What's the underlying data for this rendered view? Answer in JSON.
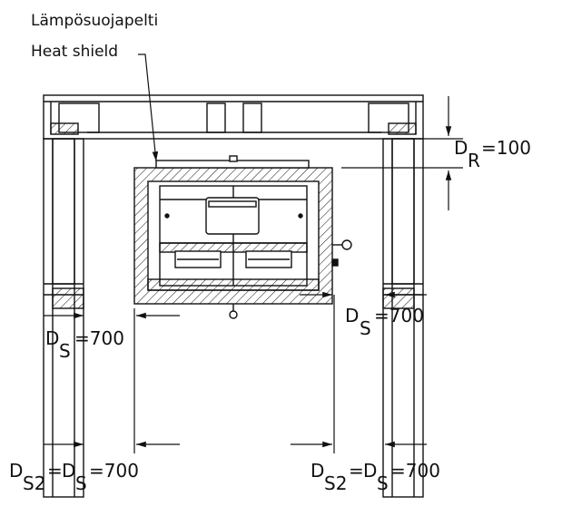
{
  "labels": {
    "heat_shield_fi": "Lämpösuojapelti",
    "heat_shield_en": "Heat shield",
    "d": "D",
    "r": "R",
    "s": "S",
    "s2": "S2",
    "eq100": "=100",
    "eq700": "=700",
    "eq": "="
  },
  "colors": {
    "line": "#111111",
    "background": "#ffffff"
  }
}
